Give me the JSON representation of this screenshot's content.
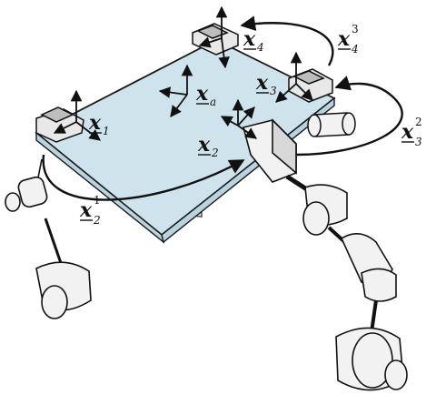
{
  "labels": {
    "x1": {
      "base": "x",
      "sub": "1",
      "sup": ""
    },
    "x2": {
      "base": "x",
      "sub": "2",
      "sup": ""
    },
    "x3": {
      "base": "x",
      "sub": "3",
      "sup": ""
    },
    "x4": {
      "base": "x",
      "sub": "4",
      "sup": ""
    },
    "xa": {
      "base": "x",
      "sub": "a",
      "sup": ""
    },
    "x12": {
      "base": "x",
      "sub": "2",
      "sup": "1"
    },
    "x32": {
      "base": "x",
      "sub": "3",
      "sup": "2"
    },
    "x43": {
      "base": "x",
      "sub": "4",
      "sup": "3"
    }
  },
  "colors": {
    "plate": "#d4e7f0",
    "plate_edge": "#1a1a1a",
    "part": "#f2f2f2",
    "ink": "#111111"
  }
}
